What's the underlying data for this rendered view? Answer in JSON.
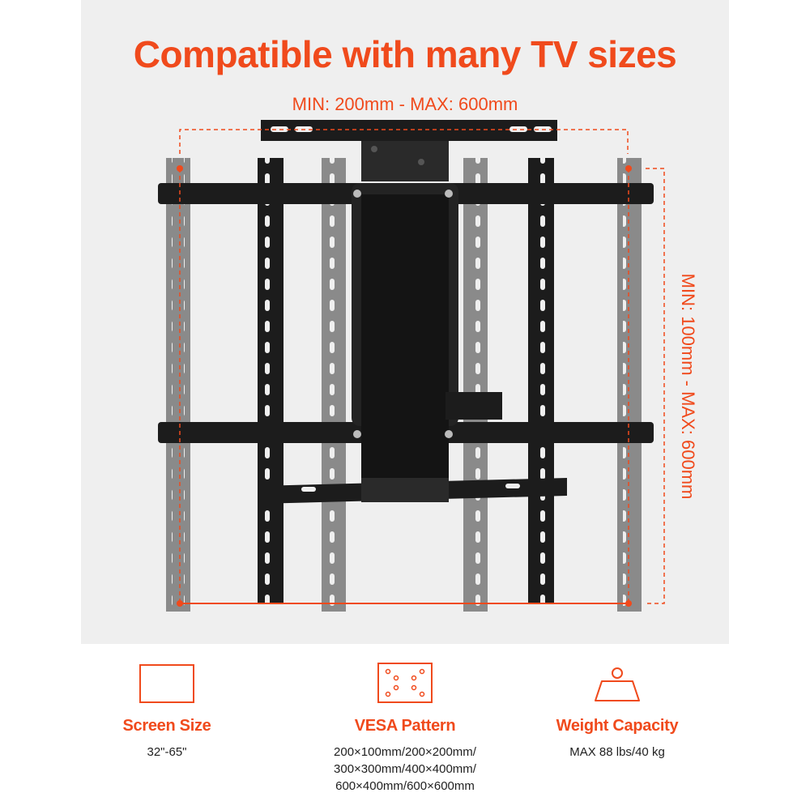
{
  "headline": "Compatible with many TV sizes",
  "dimensions": {
    "width_range": "MIN: 200mm - MAX: 600mm",
    "height_range": "MIN: 100mm - MAX: 600mm"
  },
  "colors": {
    "accent": "#f04a1c",
    "panel_background": "#efefef",
    "bracket_dark": "#1c1c1c",
    "bracket_gray": "#8a8a8a"
  },
  "features": [
    {
      "icon": "screen-icon",
      "title": "Screen Size",
      "value": "32\"-65\""
    },
    {
      "icon": "vesa-pattern-icon",
      "title": "VESA Pattern",
      "value_lines": [
        "200×100mm/200×200mm/",
        "300×300mm/400×400mm/",
        "600×400mm/600×600mm"
      ]
    },
    {
      "icon": "weight-icon",
      "title": "Weight Capacity",
      "value": "MAX 88 lbs/40 kg"
    }
  ]
}
